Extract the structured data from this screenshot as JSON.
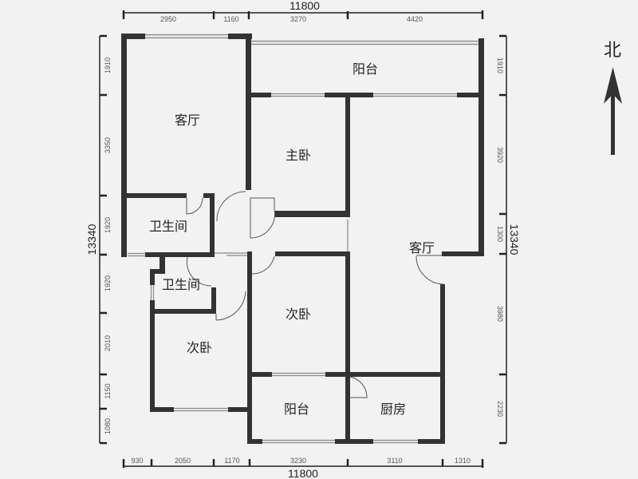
{
  "compass": {
    "label": "北",
    "direction": "north"
  },
  "dimensions": {
    "top": {
      "total": "11800",
      "segments": [
        "2950",
        "1160",
        "3270",
        "4420"
      ]
    },
    "bottom": {
      "total": "11800",
      "segments": [
        "930",
        "2050",
        "1170",
        "3230",
        "3110",
        "1310"
      ]
    },
    "left": {
      "total": "13340",
      "segments": [
        "1910",
        "3350",
        "1920",
        "1920",
        "2010",
        "1150",
        "1080"
      ]
    },
    "right": {
      "total": "13340",
      "segments": [
        "1910",
        "3920",
        "1300",
        "3980",
        "2230"
      ]
    }
  },
  "rooms": {
    "living_room_west": "客厅",
    "balcony_north": "阳台",
    "master_bedroom": "主卧",
    "living_room_east": "客厅",
    "bathroom_1": "卫生间",
    "bathroom_2": "卫生间",
    "second_bedroom_west": "次卧",
    "second_bedroom_center": "次卧",
    "balcony_south": "阳台",
    "kitchen": "厨房"
  },
  "colors": {
    "background": "#f2f2f2",
    "wall": "#333333",
    "window": "#888888",
    "text": "#222222"
  }
}
